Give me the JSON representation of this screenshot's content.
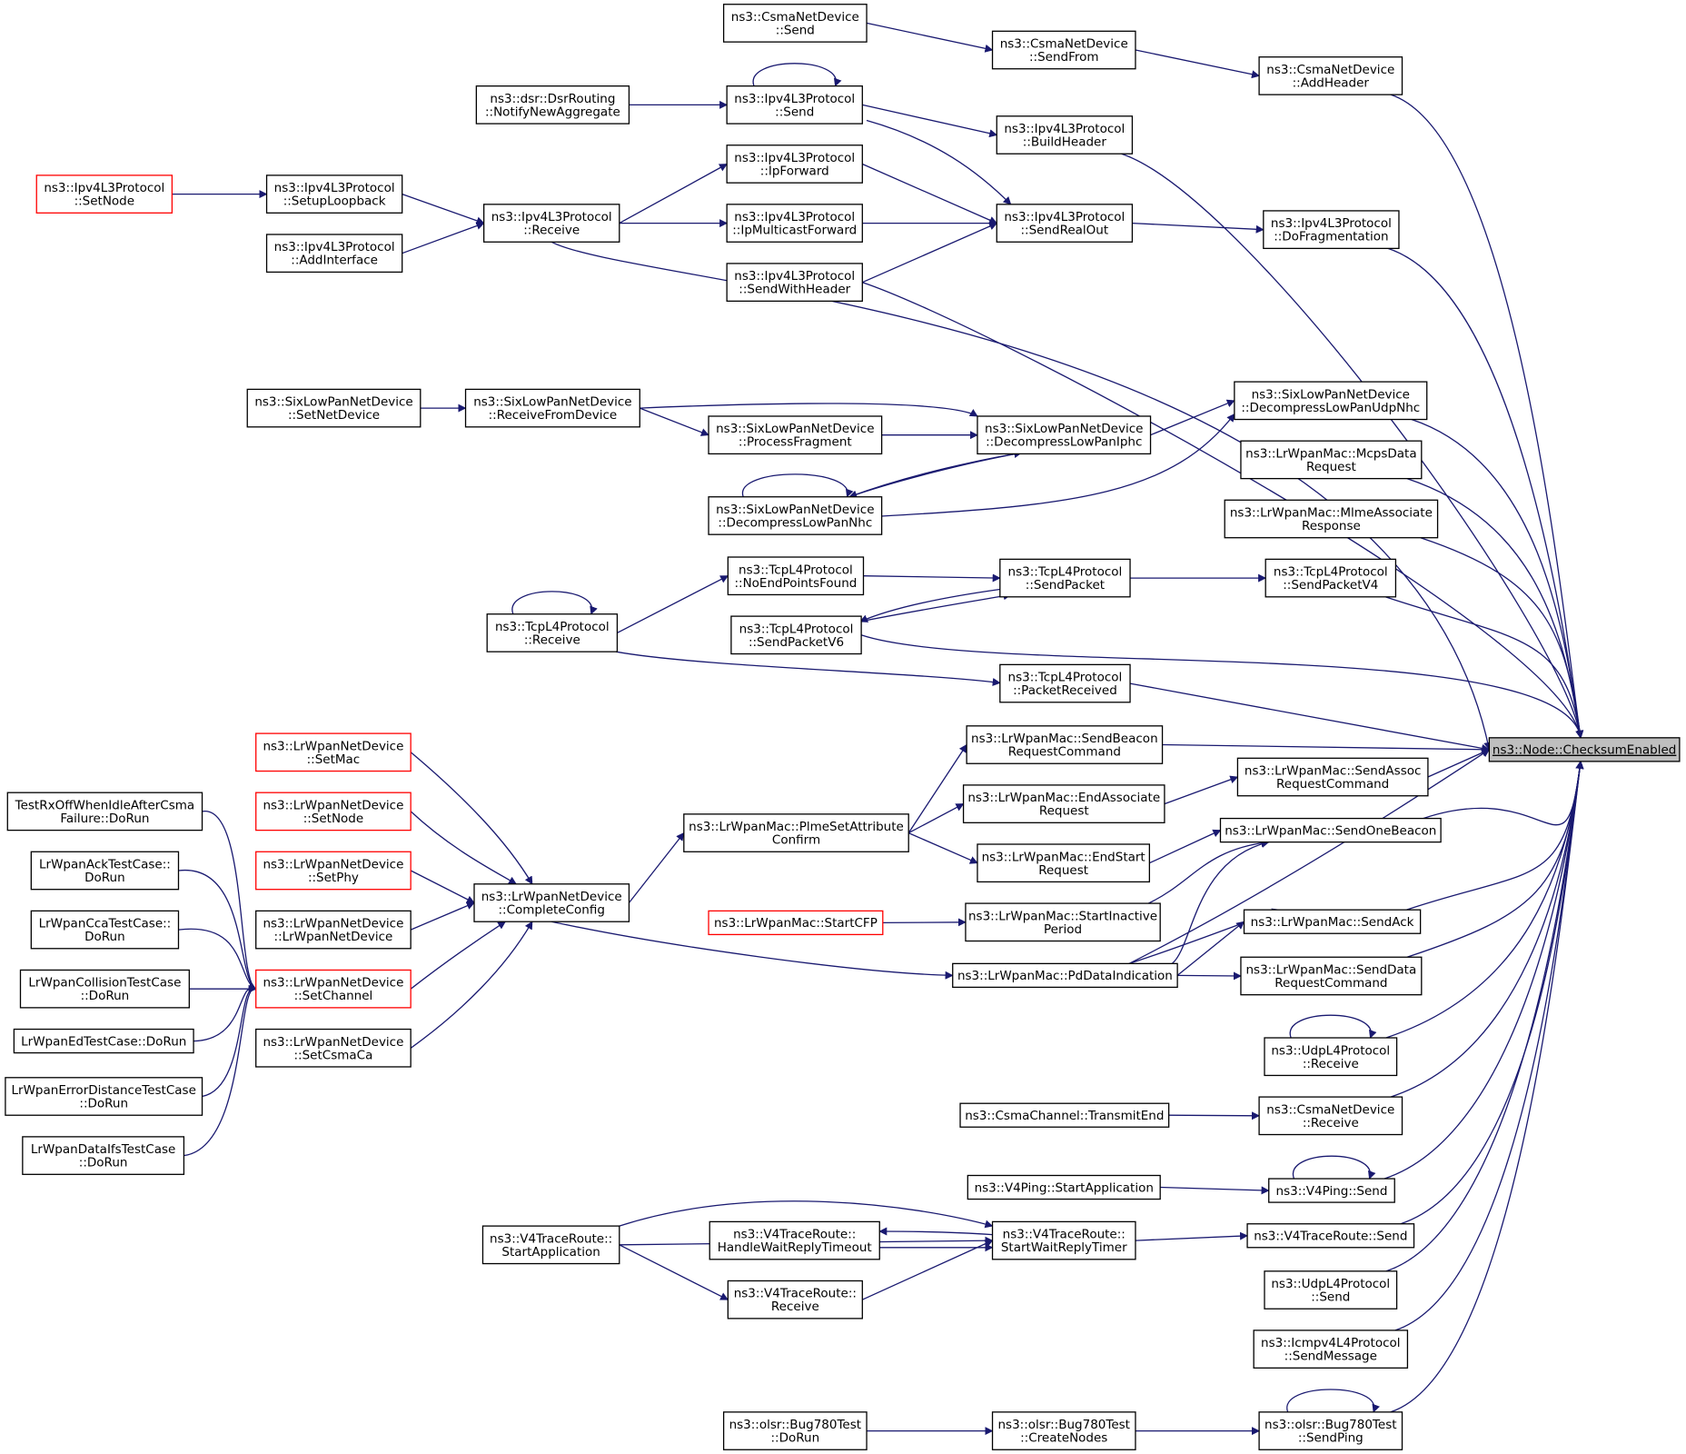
{
  "diagram": {
    "title": "",
    "colors": {
      "edge": "#191970",
      "box_border": "#000000",
      "box_border_external": "#ff0000",
      "target_fill": "#bfbfbf"
    },
    "nodes": [
      {
        "id": "target",
        "lines": [
          "ns3::Node::ChecksumEnabled"
        ],
        "style": "target"
      },
      {
        "id": "csma_send",
        "lines": [
          "ns3::CsmaNetDevice",
          "::Send"
        ]
      },
      {
        "id": "csma_sendfrom",
        "lines": [
          "ns3::CsmaNetDevice",
          "::SendFrom"
        ]
      },
      {
        "id": "csma_addheader",
        "lines": [
          "ns3::CsmaNetDevice",
          "::AddHeader"
        ]
      },
      {
        "id": "dsr_notify",
        "lines": [
          "ns3::dsr::DsrRouting",
          "::NotifyNewAggregate"
        ]
      },
      {
        "id": "ipv4_send",
        "lines": [
          "ns3::Ipv4L3Protocol",
          "::Send"
        ]
      },
      {
        "id": "ipv4_buildheader",
        "lines": [
          "ns3::Ipv4L3Protocol",
          "::BuildHeader"
        ]
      },
      {
        "id": "ipv4_ipforward",
        "lines": [
          "ns3::Ipv4L3Protocol",
          "::IpForward"
        ]
      },
      {
        "id": "ipv4_setnode",
        "lines": [
          "ns3::Ipv4L3Protocol",
          "::SetNode"
        ],
        "style": "red"
      },
      {
        "id": "ipv4_setuploopback",
        "lines": [
          "ns3::Ipv4L3Protocol",
          "::SetupLoopback"
        ]
      },
      {
        "id": "ipv4_receive",
        "lines": [
          "ns3::Ipv4L3Protocol",
          "::Receive"
        ]
      },
      {
        "id": "ipv4_addinterface",
        "lines": [
          "ns3::Ipv4L3Protocol",
          "::AddInterface"
        ]
      },
      {
        "id": "ipv4_ipmulticast",
        "lines": [
          "ns3::Ipv4L3Protocol",
          "::IpMulticastForward"
        ]
      },
      {
        "id": "ipv4_sendrealout",
        "lines": [
          "ns3::Ipv4L3Protocol",
          "::SendRealOut"
        ]
      },
      {
        "id": "ipv4_dofrag",
        "lines": [
          "ns3::Ipv4L3Protocol",
          "::DoFragmentation"
        ]
      },
      {
        "id": "ipv4_sendwithheader",
        "lines": [
          "ns3::Ipv4L3Protocol",
          "::SendWithHeader"
        ]
      },
      {
        "id": "six_setnetdevice",
        "lines": [
          "ns3::SixLowPanNetDevice",
          "::SetNetDevice"
        ]
      },
      {
        "id": "six_receivefromdevice",
        "lines": [
          "ns3::SixLowPanNetDevice",
          "::ReceiveFromDevice"
        ]
      },
      {
        "id": "six_processfragment",
        "lines": [
          "ns3::SixLowPanNetDevice",
          "::ProcessFragment"
        ]
      },
      {
        "id": "six_decompiphc",
        "lines": [
          "ns3::SixLowPanNetDevice",
          "::DecompressLowPanIphc"
        ]
      },
      {
        "id": "six_decompudpnhc",
        "lines": [
          "ns3::SixLowPanNetDevice",
          "::DecompressLowPanUdpNhc"
        ]
      },
      {
        "id": "six_decompnhc",
        "lines": [
          "ns3::SixLowPanNetDevice",
          "::DecompressLowPanNhc"
        ]
      },
      {
        "id": "lrmac_mcpsdata",
        "lines": [
          "ns3::LrWpanMac::McpsData",
          "Request"
        ]
      },
      {
        "id": "lrmac_mlmeassoc",
        "lines": [
          "ns3::LrWpanMac::MlmeAssociate",
          "Response"
        ]
      },
      {
        "id": "tcp_noendpoints",
        "lines": [
          "ns3::TcpL4Protocol",
          "::NoEndPointsFound"
        ]
      },
      {
        "id": "tcp_sendpacket",
        "lines": [
          "ns3::TcpL4Protocol",
          "::SendPacket"
        ]
      },
      {
        "id": "tcp_sendpacketv4",
        "lines": [
          "ns3::TcpL4Protocol",
          "::SendPacketV4"
        ]
      },
      {
        "id": "tcp_receive",
        "lines": [
          "ns3::TcpL4Protocol",
          "::Receive"
        ]
      },
      {
        "id": "tcp_sendpacketv6",
        "lines": [
          "ns3::TcpL4Protocol",
          "::SendPacketV6"
        ]
      },
      {
        "id": "tcp_packetreceived",
        "lines": [
          "ns3::TcpL4Protocol",
          "::PacketReceived"
        ]
      },
      {
        "id": "lrnd_setmac",
        "lines": [
          "ns3::LrWpanNetDevice",
          "::SetMac"
        ],
        "style": "red"
      },
      {
        "id": "lrmac_sendbeaconreq",
        "lines": [
          "ns3::LrWpanMac::SendBeacon",
          "RequestCommand"
        ]
      },
      {
        "id": "test_rxoff",
        "lines": [
          "TestRxOffWhenIdleAfterCsma",
          "Failure::DoRun"
        ]
      },
      {
        "id": "lrnd_setnode",
        "lines": [
          "ns3::LrWpanNetDevice",
          "::SetNode"
        ],
        "style": "red"
      },
      {
        "id": "lrmac_endassoc",
        "lines": [
          "ns3::LrWpanMac::EndAssociate",
          "Request"
        ]
      },
      {
        "id": "lrmac_sendassocreq",
        "lines": [
          "ns3::LrWpanMac::SendAssoc",
          "RequestCommand"
        ]
      },
      {
        "id": "lrmac_plmeset",
        "lines": [
          "ns3::LrWpanMac::PlmeSetAttribute",
          "Confirm"
        ]
      },
      {
        "id": "test_ack",
        "lines": [
          "LrWpanAckTestCase::",
          "DoRun"
        ]
      },
      {
        "id": "lrnd_setphy",
        "lines": [
          "ns3::LrWpanNetDevice",
          "::SetPhy"
        ],
        "style": "red"
      },
      {
        "id": "lrmac_endstart",
        "lines": [
          "ns3::LrWpanMac::EndStart",
          "Request"
        ]
      },
      {
        "id": "lrmac_sendonebeacon",
        "lines": [
          "ns3::LrWpanMac::SendOneBeacon"
        ]
      },
      {
        "id": "lrnd_completeconfig",
        "lines": [
          "ns3::LrWpanNetDevice",
          "::CompleteConfig"
        ]
      },
      {
        "id": "test_cca",
        "lines": [
          "LrWpanCcaTestCase::",
          "DoRun"
        ]
      },
      {
        "id": "lrnd_ctor",
        "lines": [
          "ns3::LrWpanNetDevice",
          "::LrWpanNetDevice"
        ]
      },
      {
        "id": "lrmac_startcfp",
        "lines": [
          "ns3::LrWpanMac::StartCFP"
        ],
        "style": "red"
      },
      {
        "id": "lrmac_startinactive",
        "lines": [
          "ns3::LrWpanMac::StartInactive",
          "Period"
        ]
      },
      {
        "id": "lrmac_sendack",
        "lines": [
          "ns3::LrWpanMac::SendAck"
        ]
      },
      {
        "id": "test_collision",
        "lines": [
          "LrWpanCollisionTestCase",
          "::DoRun"
        ]
      },
      {
        "id": "lrnd_setchannel",
        "lines": [
          "ns3::LrWpanNetDevice",
          "::SetChannel"
        ],
        "style": "red"
      },
      {
        "id": "lrmac_pddata",
        "lines": [
          "ns3::LrWpanMac::PdDataIndication"
        ]
      },
      {
        "id": "lrmac_senddatareq",
        "lines": [
          "ns3::LrWpanMac::SendData",
          "RequestCommand"
        ]
      },
      {
        "id": "test_ed",
        "lines": [
          "LrWpanEdTestCase::DoRun"
        ]
      },
      {
        "id": "test_errordist",
        "lines": [
          "LrWpanErrorDistanceTestCase",
          "::DoRun"
        ]
      },
      {
        "id": "lrnd_setcsmaca",
        "lines": [
          "ns3::LrWpanNetDevice",
          "::SetCsmaCa"
        ]
      },
      {
        "id": "udp_receive",
        "lines": [
          "ns3::UdpL4Protocol",
          "::Receive"
        ]
      },
      {
        "id": "csmachan_transmitend",
        "lines": [
          "ns3::CsmaChannel::TransmitEnd"
        ]
      },
      {
        "id": "csma_receive",
        "lines": [
          "ns3::CsmaNetDevice",
          "::Receive"
        ]
      },
      {
        "id": "test_dataifs",
        "lines": [
          "LrWpanDataIfsTestCase",
          "::DoRun"
        ]
      },
      {
        "id": "v4ping_startapp",
        "lines": [
          "ns3::V4Ping::StartApplication"
        ]
      },
      {
        "id": "v4ping_send",
        "lines": [
          "ns3::V4Ping::Send"
        ]
      },
      {
        "id": "v4tr_startapp",
        "lines": [
          "ns3::V4TraceRoute::",
          "StartApplication"
        ]
      },
      {
        "id": "v4tr_handlewait",
        "lines": [
          "ns3::V4TraceRoute::",
          "HandleWaitReplyTimeout"
        ]
      },
      {
        "id": "v4tr_startwait",
        "lines": [
          "ns3::V4TraceRoute::",
          "StartWaitReplyTimer"
        ]
      },
      {
        "id": "v4tr_send",
        "lines": [
          "ns3::V4TraceRoute::Send"
        ]
      },
      {
        "id": "v4tr_receive",
        "lines": [
          "ns3::V4TraceRoute::",
          "Receive"
        ]
      },
      {
        "id": "udp_send",
        "lines": [
          "ns3::UdpL4Protocol",
          "::Send"
        ]
      },
      {
        "id": "icmp_sendmessage",
        "lines": [
          "ns3::Icmpv4L4Protocol",
          "::SendMessage"
        ]
      },
      {
        "id": "olsr_dorun",
        "lines": [
          "ns3::olsr::Bug780Test",
          "::DoRun"
        ]
      },
      {
        "id": "olsr_createnodes",
        "lines": [
          "ns3::olsr::Bug780Test",
          "::CreateNodes"
        ]
      },
      {
        "id": "olsr_sendping",
        "lines": [
          "ns3::olsr::Bug780Test",
          "::SendPing"
        ]
      }
    ]
  }
}
